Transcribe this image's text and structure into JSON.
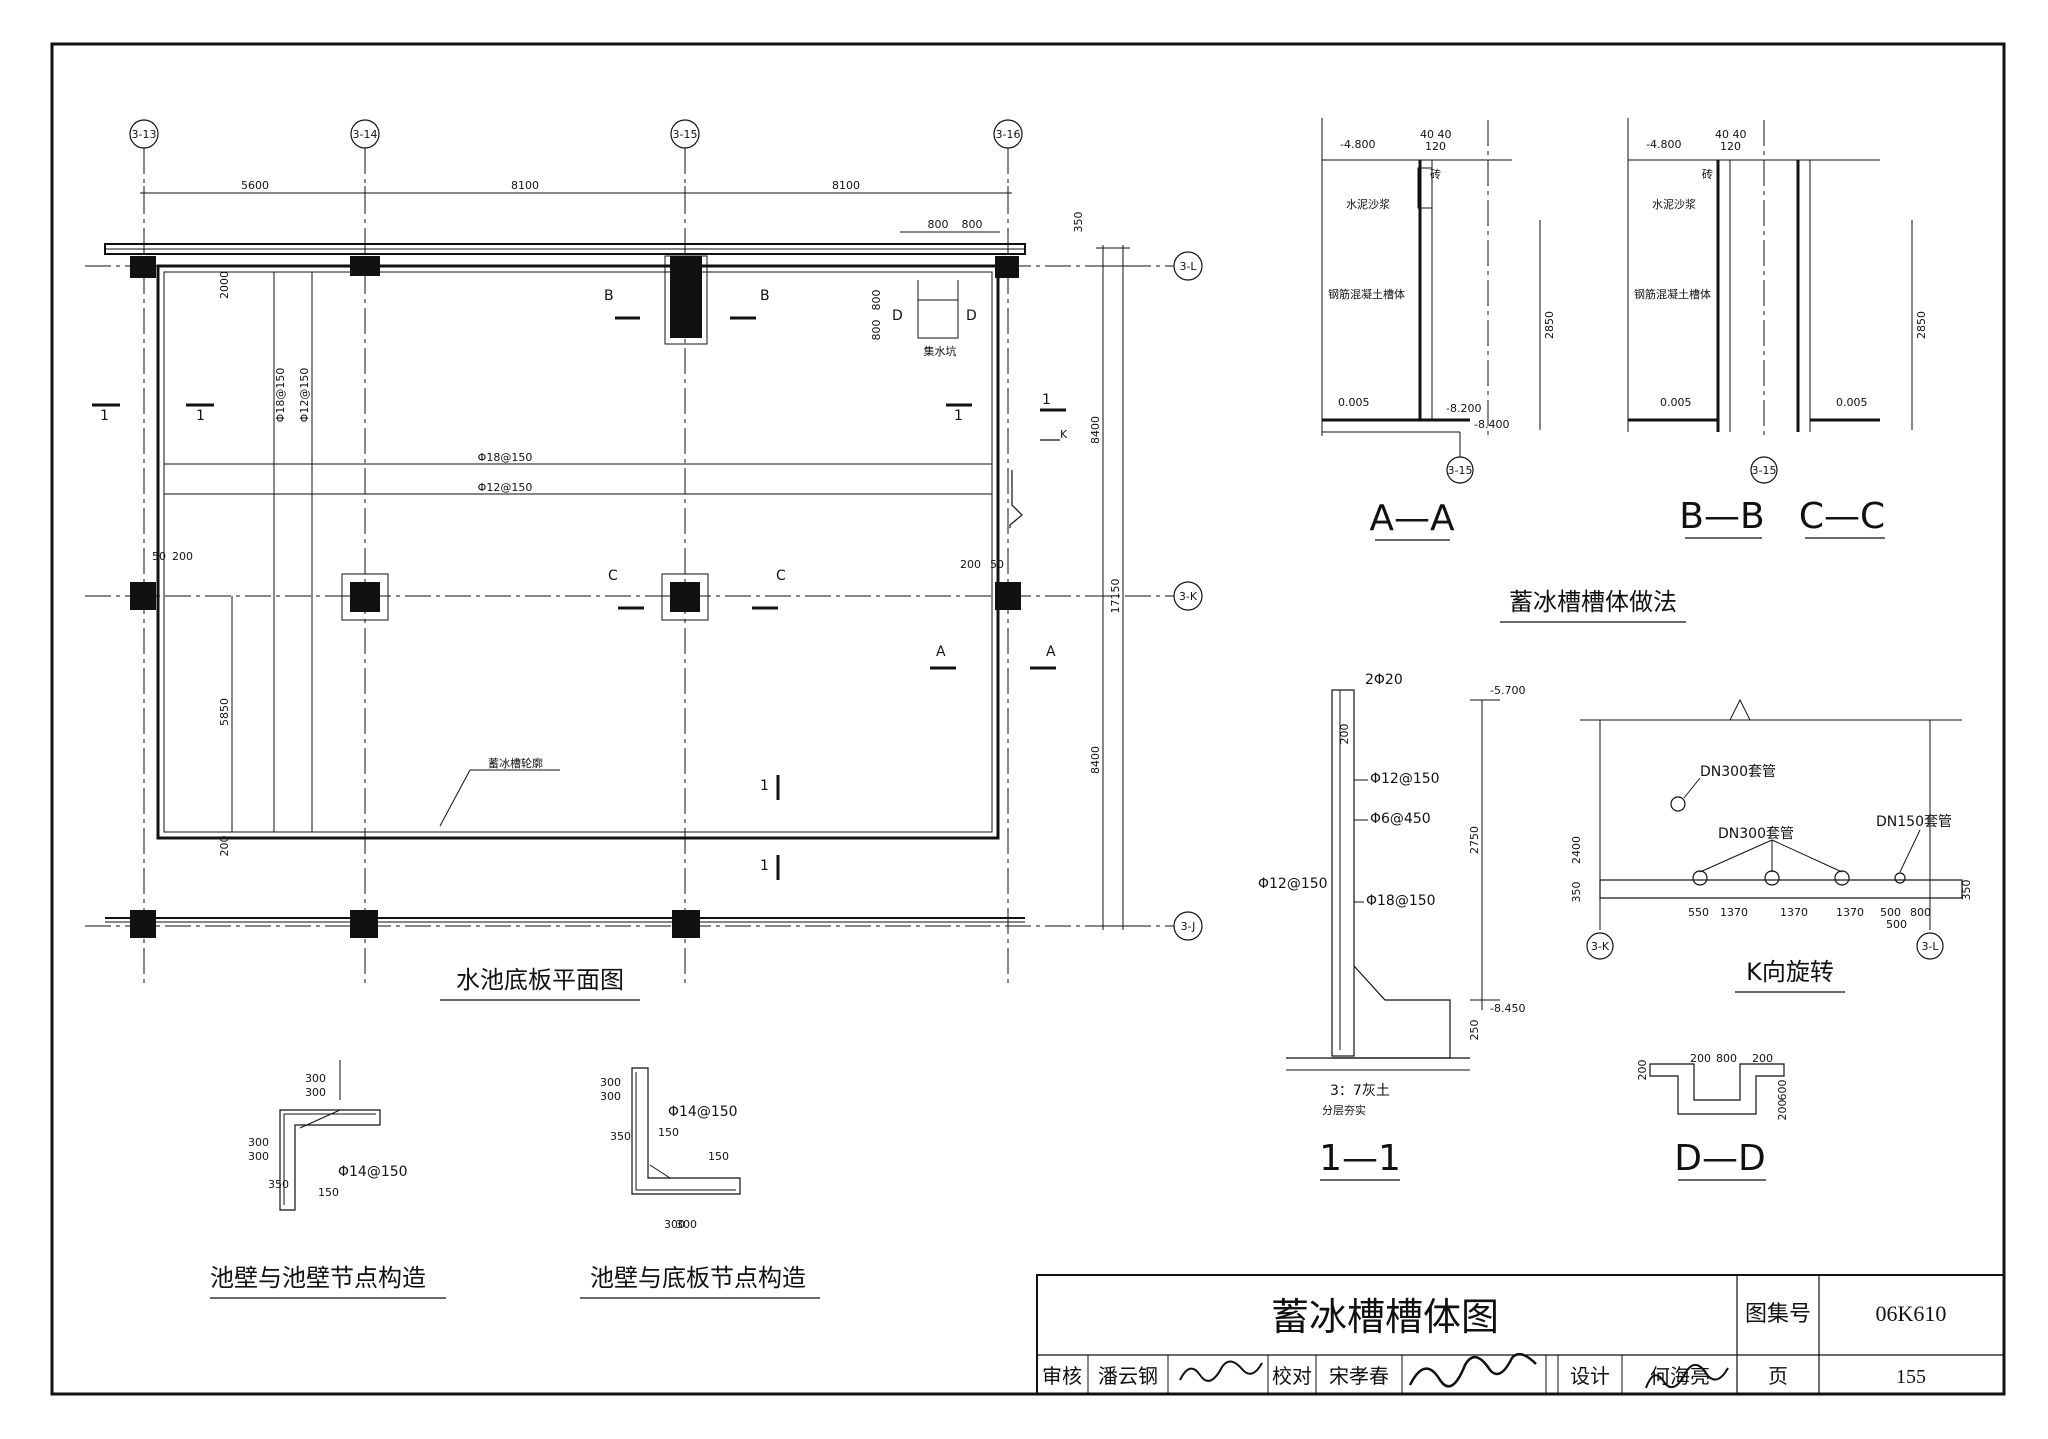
{
  "main_plan": {
    "title": "水池底板平面图",
    "axes_top": [
      "3-13",
      "3-14",
      "3-15",
      "3-16"
    ],
    "axes_right": [
      "3-L",
      "3-K",
      "3-J"
    ],
    "dims_top": [
      "5600",
      "8100",
      "8100"
    ],
    "dims_right": [
      "8400",
      "8400",
      "17150",
      "350"
    ],
    "pit_dims": [
      "800",
      "800",
      "800",
      "800"
    ],
    "pit_label": "集水坑",
    "left_dims": [
      "2000",
      "5850",
      "200"
    ],
    "offset_dims": [
      "50",
      "200",
      "200",
      "50"
    ],
    "rebar": [
      "Φ18@150",
      "Φ12@150",
      "Φ18@150",
      "Φ12@150"
    ],
    "outline_label": "蓄冰槽轮廓",
    "section_marks": [
      "1",
      "1",
      "1",
      "1",
      "1",
      "1",
      "A",
      "A",
      "B",
      "B",
      "C",
      "C",
      "D",
      "D",
      "K"
    ]
  },
  "sections": {
    "title": "蓄冰槽槽体做法",
    "aa_label": "A—A",
    "bb_label": "B—B",
    "cc_label": "C—C",
    "elev_top": "-4.800",
    "elev_bot": "0.005",
    "elev_b1": "-8.200",
    "elev_b2": "-8.400",
    "dim_h": "2850",
    "dim_top": "40 40",
    "dim_120": "120",
    "notes": [
      "砖",
      "水泥沙浆",
      "钢筋混凝土槽体"
    ],
    "axis": "3-15"
  },
  "sec11": {
    "label": "1—1",
    "rebar": [
      "2Φ20",
      "Φ12@150",
      "Φ6@450",
      "Φ12@150",
      "Φ18@150"
    ],
    "dims": [
      "200",
      "2750",
      "250"
    ],
    "elevs": [
      "-5.700",
      "-8.450"
    ],
    "soil": "3：7灰土",
    "soil2": "分层夯实"
  },
  "k_view": {
    "label": "K向旋转",
    "pipes": [
      "DN300套管",
      "DN300套管",
      "DN150套管"
    ],
    "dims": [
      "550",
      "1370",
      "1370",
      "1370",
      "500",
      "800",
      "500",
      "2400",
      "350",
      "350"
    ],
    "axes": [
      "3-K",
      "3-L"
    ]
  },
  "dd": {
    "label": "D—D",
    "dims": [
      "200",
      "800",
      "200",
      "200",
      "600",
      "200"
    ]
  },
  "node1": {
    "label": "池壁与池壁节点构造",
    "dims": [
      "300",
      "300",
      "300",
      "300",
      "350",
      "150"
    ],
    "rebar": "Φ14@150"
  },
  "node2": {
    "label": "池壁与底板节点构造",
    "dims": [
      "300",
      "300",
      "350",
      "150",
      "150",
      "300",
      "300"
    ],
    "rebar": "Φ14@150"
  },
  "title_block": {
    "title": "蓄冰槽槽体图",
    "atlas_label": "图集号",
    "atlas_no": "06K610",
    "review_label": "审核",
    "reviewer": "潘云钢",
    "check_label": "校对",
    "checker": "宋孝春",
    "design_label": "设计",
    "designer": "何海亮",
    "page_label": "页",
    "page_no": "155"
  }
}
